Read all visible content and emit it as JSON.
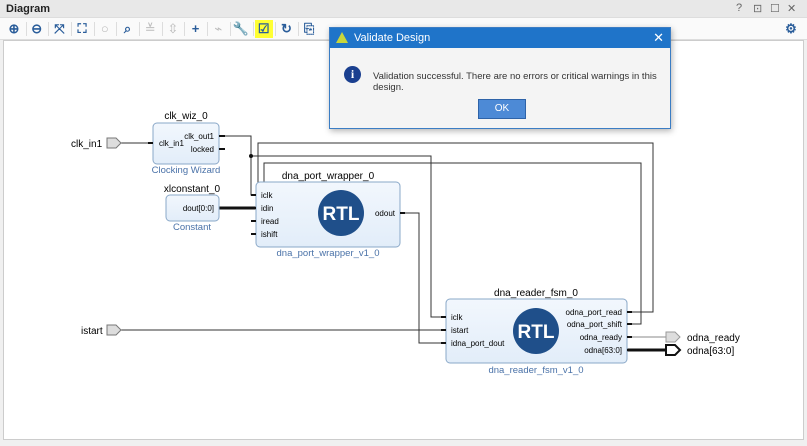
{
  "panel": {
    "title": "Diagram",
    "controls": [
      "?",
      "⊡",
      "☐",
      "✕"
    ]
  },
  "toolbar": {
    "icons": [
      {
        "name": "zoom-in-icon",
        "glyph": "⊕",
        "state": "normal"
      },
      {
        "name": "zoom-out-icon",
        "glyph": "⊖",
        "state": "normal"
      },
      {
        "name": "zoom-fit-icon",
        "glyph": "⤧",
        "state": "normal"
      },
      {
        "name": "zoom-area-icon",
        "glyph": "⛶",
        "state": "normal"
      },
      {
        "name": "auto-connect-icon",
        "glyph": "○",
        "state": "disabled"
      },
      {
        "name": "search-icon",
        "glyph": "⌕",
        "state": "normal"
      },
      {
        "name": "align-icon",
        "glyph": "≚",
        "state": "disabled"
      },
      {
        "name": "center-icon",
        "glyph": "⇳",
        "state": "disabled"
      },
      {
        "name": "add-ip-icon",
        "glyph": "+",
        "state": "normal"
      },
      {
        "name": "make-connection-icon",
        "glyph": "⌁",
        "state": "disabled"
      },
      {
        "name": "wrench-icon",
        "glyph": "🔧",
        "state": "disabled"
      },
      {
        "name": "validate-design-icon",
        "glyph": "☑",
        "state": "highlighted"
      },
      {
        "name": "regenerate-layout-icon",
        "glyph": "↻",
        "state": "normal"
      },
      {
        "name": "optimize-routing-icon",
        "glyph": "⎘",
        "state": "normal"
      }
    ],
    "settings": "⚙"
  },
  "dialog": {
    "title": "Validate Design",
    "message": "Validation successful. There are no errors or critical warnings in this design.",
    "ok": "OK"
  },
  "diagram": {
    "ports": {
      "clk_in1": "clk_in1",
      "istart": "istart",
      "odna_ready": "odna_ready",
      "odna": "odna[63:0]"
    },
    "clk_wiz": {
      "name": "clk_wiz_0",
      "type": "Clocking Wizard",
      "in": "clk_in1",
      "out1": "clk_out1",
      "out2": "locked"
    },
    "xlconstant": {
      "name": "xlconstant_0",
      "type": "Constant",
      "out": "dout[0:0]"
    },
    "wrapper": {
      "name": "dna_port_wrapper_0",
      "type": "dna_port_wrapper_v1_0",
      "inputs": [
        "iclk",
        "idin",
        "iread",
        "ishift"
      ],
      "output": "odout",
      "logo": "RTL"
    },
    "fsm": {
      "name": "dna_reader_fsm_0",
      "type": "dna_reader_fsm_v1_0",
      "inputs": [
        "iclk",
        "istart",
        "idna_port_dout"
      ],
      "outputs": [
        "odna_port_read",
        "odna_port_shift",
        "odna_ready",
        "odna[63:0]"
      ],
      "logo": "RTL"
    }
  }
}
